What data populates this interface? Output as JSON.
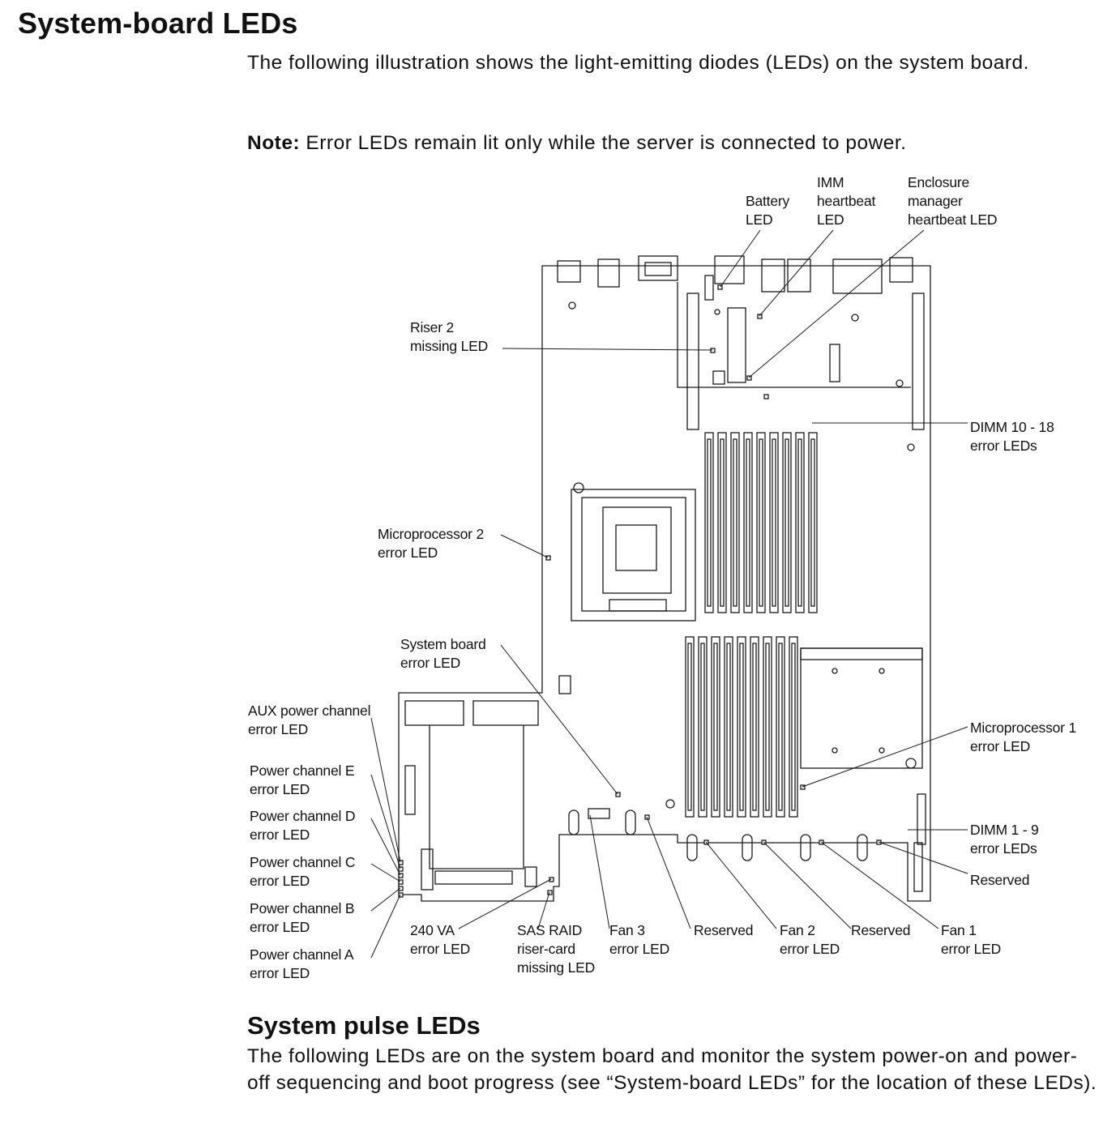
{
  "page": {
    "title": "System-board LEDs",
    "intro": "The following illustration shows the light-emitting diodes (LEDs) on the system board.",
    "note_label": "Note:",
    "note_text": " Error LEDs remain lit only while the server is connected to power.",
    "section2_title": "System pulse LEDs",
    "section2_text": "The following LEDs are on the system board and monitor the system power-on and power-off sequencing and boot progress (see “System-board LEDs” for the location of these LEDs)."
  },
  "labels": {
    "battery": "Battery\nLED",
    "imm": "IMM\nheartbeat\nLED",
    "enclosure": "Enclosure\nmanager\nheartbeat LED",
    "riser2": "Riser 2\nmissing LED",
    "dimm10_18": "DIMM 10 - 18\nerror LEDs",
    "micro2": "Microprocessor 2\nerror LED",
    "sysboard": "System board\nerror LED",
    "aux": "AUX power channel\nerror LED",
    "pce": "Power channel E\nerror LED",
    "pcd": "Power channel D\nerror LED",
    "pcc": "Power channel C\nerror LED",
    "pcb": "Power channel B\nerror LED",
    "pca": "Power channel A\nerror LED",
    "micro1": "Microprocessor 1\nerror LED",
    "dimm1_9": "DIMM 1 - 9\nerror LEDs",
    "reserved_right": "Reserved",
    "va240": "240 VA\nerror LED",
    "sasraid": "SAS RAID\nriser-card\nmissing LED",
    "fan3": "Fan 3\nerror LED",
    "reserved1": "Reserved",
    "fan2": "Fan 2\nerror LED",
    "reserved2": "Reserved",
    "fan1": "Fan 1\nerror LED"
  }
}
